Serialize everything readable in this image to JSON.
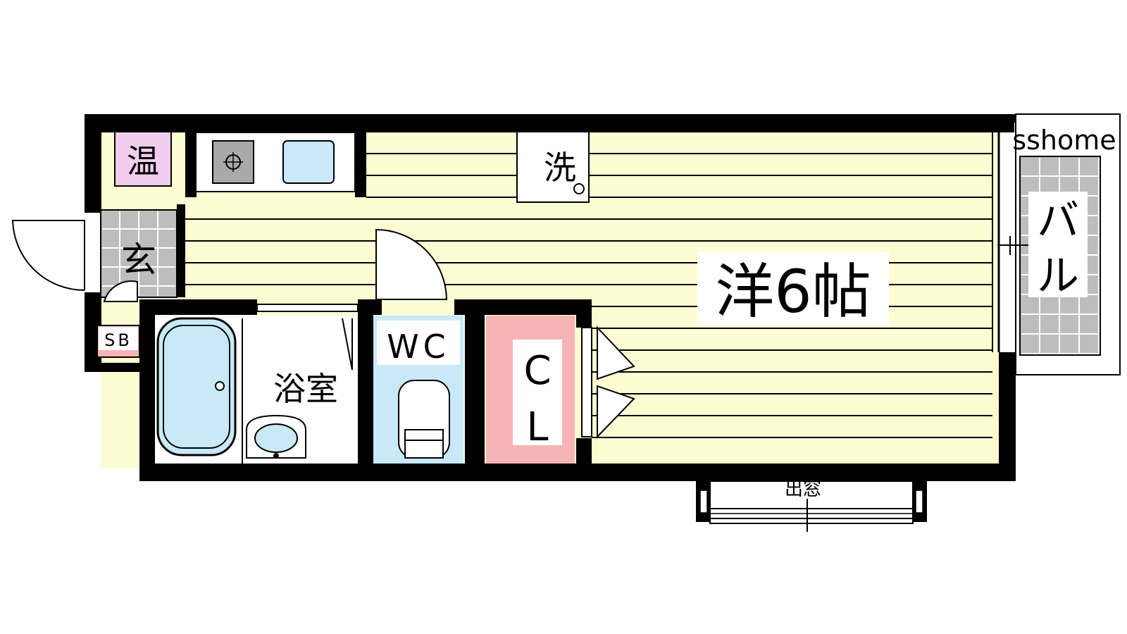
{
  "rooms": {
    "western": "洋6帖",
    "bath": "浴室",
    "wc": "WC",
    "closet_c": "C",
    "closet_l": "L",
    "entrance": "玄",
    "water_heater": "温",
    "washer": "洗",
    "shoe_box": "SB",
    "balcony_1": "バ",
    "balcony_2": "ル",
    "bay_window": "出窓"
  },
  "watermark": "sshome",
  "colors": {
    "wall": "#000000",
    "floor": "#fdfcd2",
    "floor_lines": "#000000",
    "water": "#c9e9f8",
    "closet": "#f7b4b6",
    "heater": "#f1cdee",
    "tile": "#bdbdbd",
    "stove": "#a9a9a9"
  }
}
